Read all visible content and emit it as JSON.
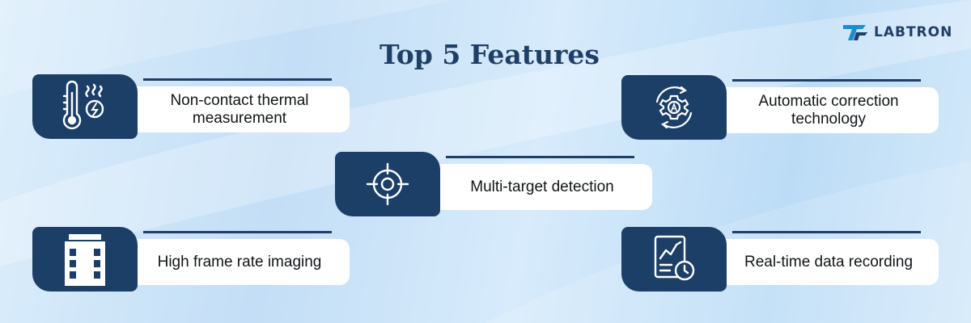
{
  "brand": {
    "name": "LABTRON"
  },
  "title": "Top 5 Features",
  "features": [
    {
      "label": "Non-contact thermal measurement",
      "icon": "thermometer-icon"
    },
    {
      "label": "Automatic correction technology",
      "icon": "gear-auto-icon"
    },
    {
      "label": "Multi-target detection",
      "icon": "target-crosshair-icon"
    },
    {
      "label": "High frame rate imaging",
      "icon": "film-frame-icon"
    },
    {
      "label": "Real-time data recording",
      "icon": "chart-report-clock-icon"
    }
  ],
  "colors": {
    "navy": "#1c3f68",
    "title": "#1f3f66",
    "card": "#ffffff"
  }
}
